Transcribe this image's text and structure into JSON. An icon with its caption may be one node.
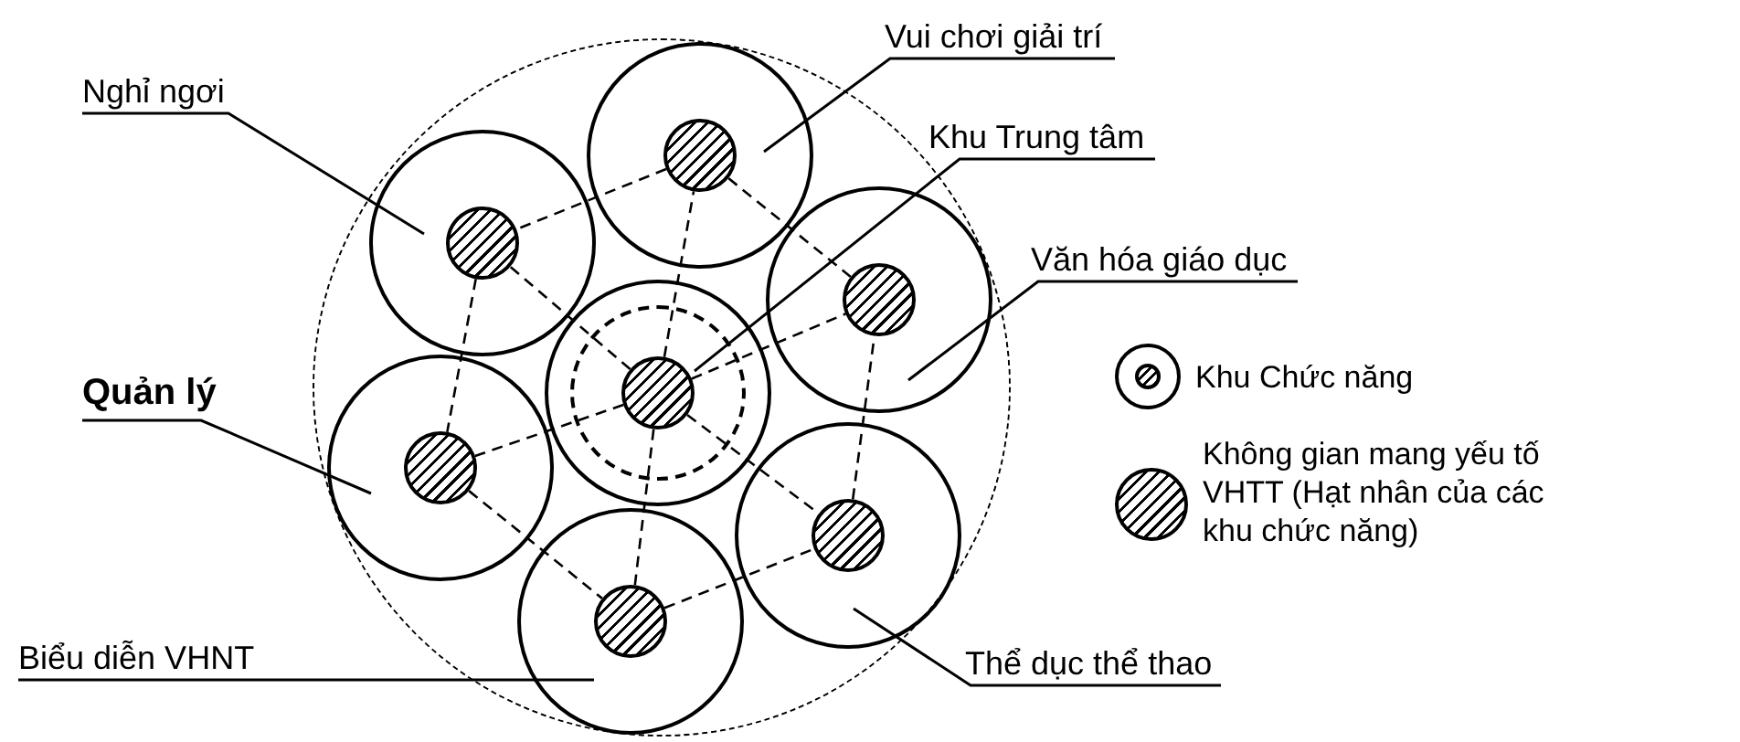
{
  "diagram": {
    "nodes": [
      {
        "text": [],
        "shape": "circle"
      },
      {
        "text": [],
        "shape": "circle",
        "in": 0
      },
      {
        "text": [],
        "shape": "circle",
        "in": 1
      },
      {
        "text": [],
        "shape": "circle",
        "in": 0
      },
      {
        "text": [],
        "shape": "circle",
        "in": 3
      },
      {
        "text": [],
        "shape": "circle",
        "in": 0
      },
      {
        "text": [],
        "shape": "circle",
        "in": 5
      },
      {
        "text": [],
        "shape": "circle",
        "in": 6
      },
      {
        "text": [],
        "shape": "circle",
        "in": 0
      },
      {
        "text": [],
        "shape": "circle",
        "in": 8
      },
      {
        "text": [],
        "shape": "circle",
        "in": 0
      },
      {
        "text": [],
        "shape": "circle",
        "in": 10
      },
      {
        "text": [],
        "shape": "circle",
        "in": 0
      },
      {
        "text": [],
        "shape": "circle",
        "in": 12
      },
      {
        "text": [],
        "shape": "circle",
        "in": 0
      },
      {
        "text": [],
        "shape": "circle",
        "in": 14
      },
      {
        "text": [
          "Vui chơi giải trí"
        ]
      },
      {
        "text": [
          "Nghỉ ngơi"
        ]
      },
      {
        "text": [
          "Khu Trung tâm"
        ]
      },
      {
        "text": [
          "Văn hóa giáo dục"
        ]
      },
      {
        "text": [
          "Quản lý"
        ]
      },
      {
        "text": [
          "Biểu diễn VHNT"
        ]
      },
      {
        "text": [
          "Thể dục thể thao"
        ]
      }
    ],
    "edges": [
      {
        "from": 7,
        "to": 2,
        "arrow": "none",
        "style": "dashed"
      },
      {
        "from": 7,
        "to": 4,
        "arrow": "none",
        "style": "dashed"
      },
      {
        "from": 7,
        "to": 9,
        "arrow": "none",
        "style": "dashed"
      },
      {
        "from": 7,
        "to": 11,
        "arrow": "none",
        "style": "dashed"
      },
      {
        "from": 7,
        "to": 13,
        "arrow": "none",
        "style": "dashed"
      },
      {
        "from": 7,
        "to": 15,
        "arrow": "none",
        "style": "dashed"
      },
      {
        "from": 2,
        "to": 4,
        "arrow": "none",
        "style": "dashed"
      },
      {
        "from": 2,
        "to": 9,
        "arrow": "none",
        "style": "dashed"
      },
      {
        "from": 4,
        "to": 11,
        "arrow": "none",
        "style": "dashed"
      },
      {
        "from": 11,
        "to": 15,
        "arrow": "none",
        "style": "dashed"
      },
      {
        "from": 15,
        "to": 13,
        "arrow": "none",
        "style": "dashed"
      },
      {
        "from": 13,
        "to": 9,
        "arrow": "none",
        "style": "dashed"
      },
      {
        "from": 16,
        "to": 1,
        "arrow": "none"
      },
      {
        "from": 17,
        "to": 3,
        "arrow": "none"
      },
      {
        "from": 18,
        "to": 7,
        "arrow": "none"
      },
      {
        "from": 19,
        "to": 8,
        "arrow": "none"
      },
      {
        "from": 20,
        "to": 10,
        "arrow": "none"
      },
      {
        "from": 21,
        "to": 14,
        "arrow": "none"
      },
      {
        "from": 22,
        "to": 12,
        "arrow": "none"
      }
    ],
    "legend": [
      {
        "text": "Khu Chức năng"
      },
      {
        "text": "Không gian mang yếu tố VHTT (Hạt nhân của các khu chức năng)"
      }
    ]
  }
}
